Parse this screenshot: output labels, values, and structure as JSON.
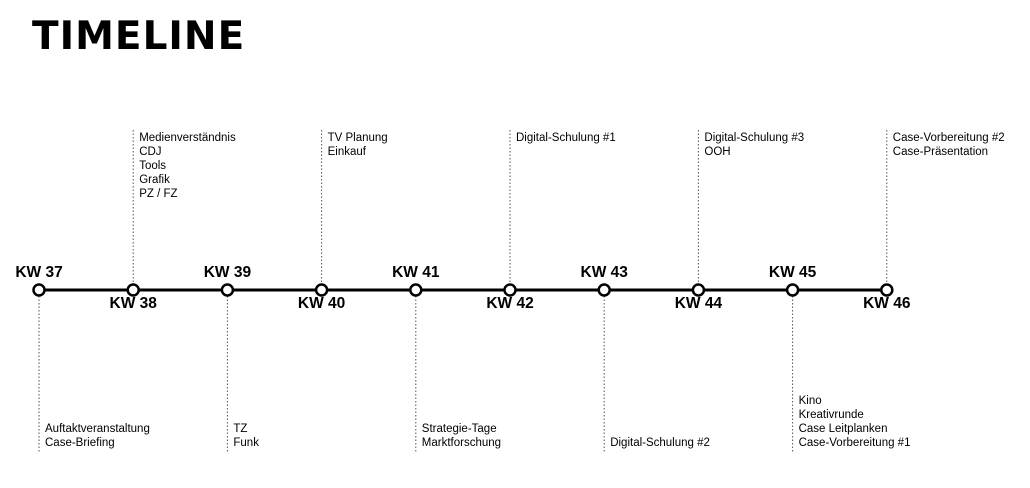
{
  "title": "TIMELINE",
  "weeks": [
    {
      "label": "KW 37",
      "label_pos": "above",
      "notes_pos": "below",
      "notes": [
        "Auftaktveranstaltung",
        "Case-Briefing"
      ]
    },
    {
      "label": "KW 38",
      "label_pos": "below",
      "notes_pos": "above",
      "notes": [
        "Medienverständnis",
        "CDJ",
        "Tools",
        "Grafik",
        "PZ / FZ"
      ]
    },
    {
      "label": "KW 39",
      "label_pos": "above",
      "notes_pos": "below",
      "notes": [
        "TZ",
        "Funk"
      ]
    },
    {
      "label": "KW 40",
      "label_pos": "below",
      "notes_pos": "above",
      "notes": [
        "TV Planung",
        "Einkauf"
      ]
    },
    {
      "label": "KW 41",
      "label_pos": "above",
      "notes_pos": "below",
      "notes": [
        "Strategie-Tage",
        "Marktforschung"
      ]
    },
    {
      "label": "KW 42",
      "label_pos": "below",
      "notes_pos": "above",
      "notes": [
        "Digital-Schulung #1"
      ]
    },
    {
      "label": "KW 43",
      "label_pos": "above",
      "notes_pos": "below",
      "notes": [
        "Digital-Schulung #2"
      ]
    },
    {
      "label": "KW 44",
      "label_pos": "below",
      "notes_pos": "above",
      "notes": [
        "Digital-Schulung #3",
        "OOH"
      ]
    },
    {
      "label": "KW 45",
      "label_pos": "above",
      "notes_pos": "below",
      "notes": [
        "Kino",
        "Kreativrunde",
        "Case Leitplanken",
        "Case-Vorbereitung #1"
      ]
    },
    {
      "label": "KW 46",
      "label_pos": "below",
      "notes_pos": "above",
      "notes": [
        "Case-Vorbereitung #2",
        "Case-Präsentation"
      ]
    }
  ]
}
